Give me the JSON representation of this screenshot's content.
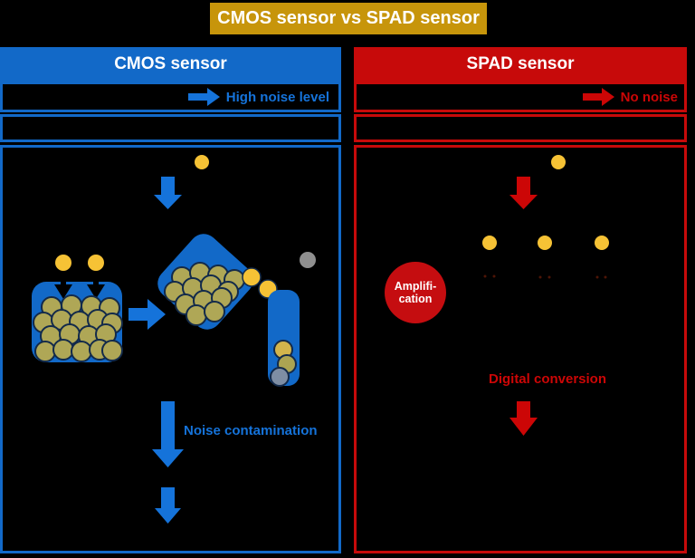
{
  "title_banner": {
    "label": "CMOS sensor vs SPAD sensor"
  },
  "panels": {
    "cmos": {
      "header": "CMOS sensor",
      "noise_label": "High noise level",
      "flow_label": "Noise contamination"
    },
    "spad": {
      "header": "SPAD sensor",
      "noise_label": "No noise",
      "amplification_lines": [
        "Amplifi-",
        "cation"
      ],
      "conversion_label": "Digital conversion"
    }
  },
  "colors": {
    "banner_gold": "#C7950B",
    "cmos_blue": "#1269C8",
    "cmos_blue_bright": "#1573DA",
    "spad_red": "#C70A0A",
    "spad_red_bright": "#CC0606",
    "photon_yellow": "#F6C235",
    "charge_olive": "#AFA756",
    "noise_gray": "#8F8F8F",
    "noise_slate": "#7E8EA4",
    "ball_outline": "#132A4A",
    "background": "#000000"
  },
  "icons": {
    "right_arrow": "right-arrow-icon",
    "down_arrow": "down-arrow-icon",
    "photon": "photon-dot-icon"
  }
}
